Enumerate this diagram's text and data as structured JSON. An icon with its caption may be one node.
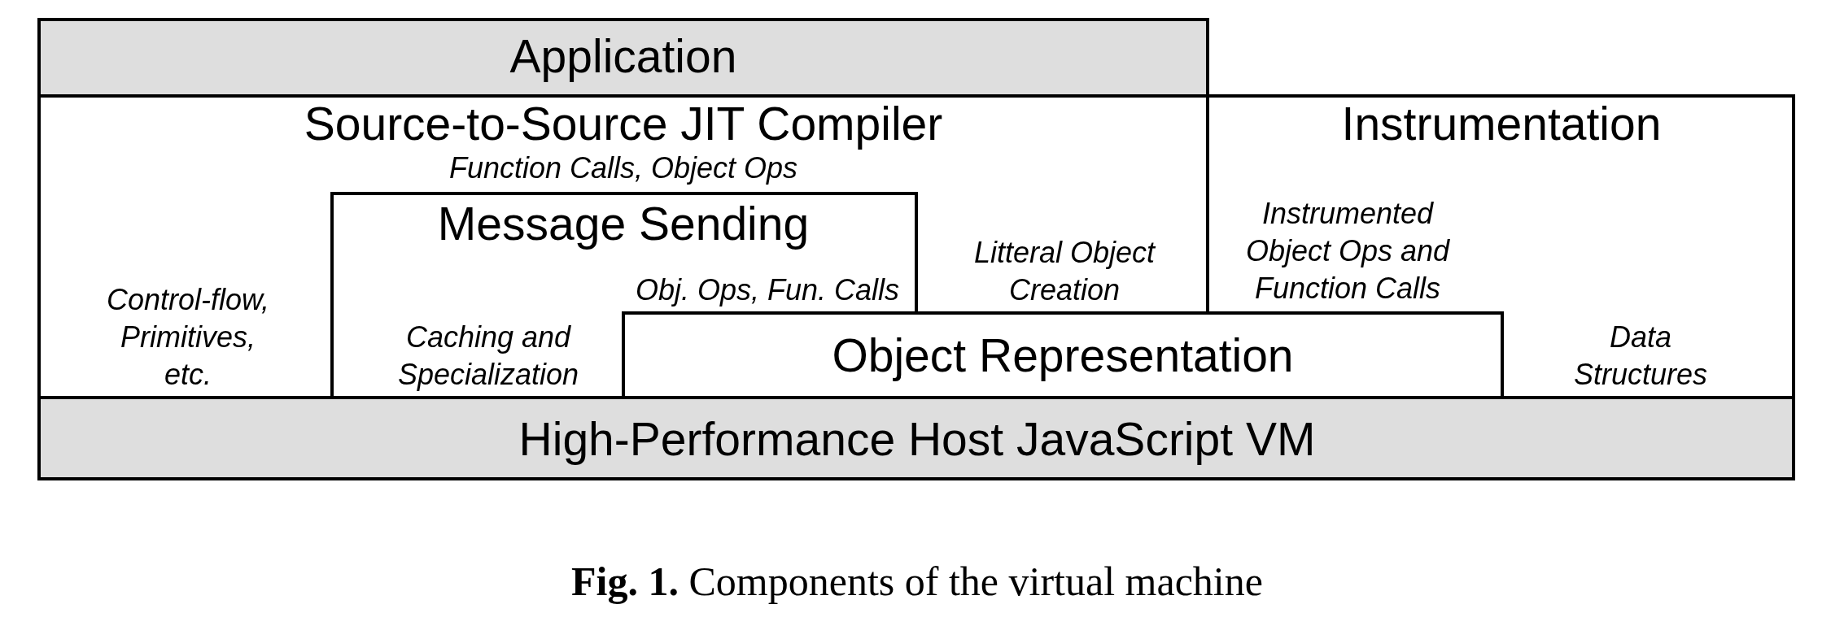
{
  "diagram": {
    "caption": "**Fig. 1.** Components of the virtual machine",
    "nodes": [
      {
        "text": [
          "Application"
        ]
      },
      {
        "text": [
          "Source-to-Source JIT Compiler",
          "Function Calls, Object Ops",
          "Control-flow, Primitives, etc.",
          "Litteral Object Creation"
        ]
      },
      {
        "text": [
          "Message Sending",
          "Obj. Ops, Fun. Calls",
          "Caching and Specialization"
        ],
        "in": 1
      },
      {
        "text": [
          "Instrumentation",
          "Instrumented Object Ops and Function Calls",
          "Data Structures"
        ]
      },
      {
        "text": [
          "Object Representation"
        ]
      },
      {
        "text": [
          "High-Performance Host JavaScript VM"
        ]
      }
    ]
  }
}
